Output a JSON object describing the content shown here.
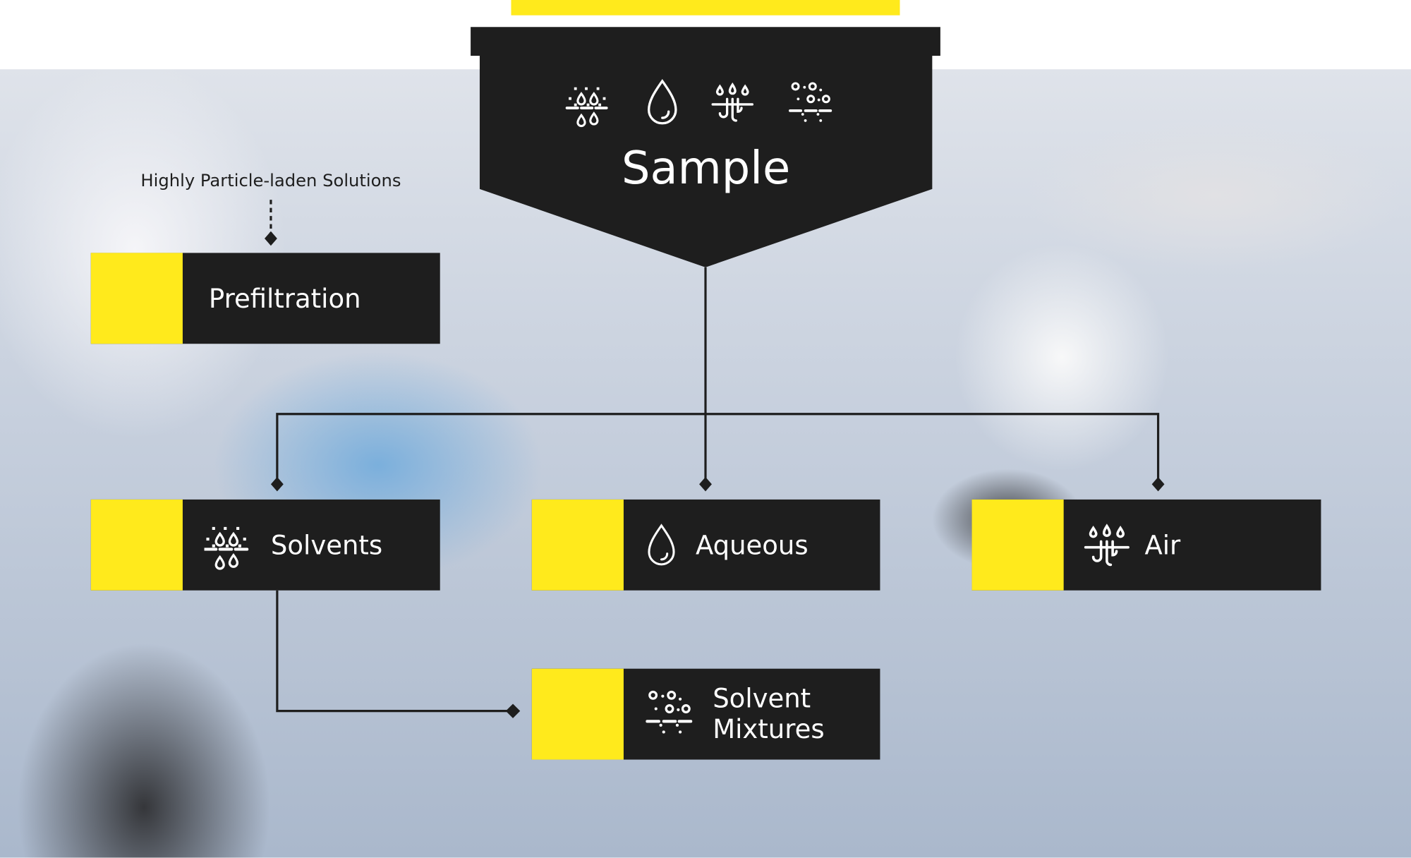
{
  "sample": {
    "title": "Sample",
    "icons": [
      "solvents-icon",
      "aqueous-drop-icon",
      "air-icon",
      "solvent-mixtures-icon"
    ]
  },
  "prefilter_note": "Highly Particle-laden Solutions",
  "boxes": {
    "prefiltration": "Prefiltration",
    "solvents": "Solvents",
    "aqueous": "Aqueous",
    "air": "Air",
    "solvent_mixtures_1": "Solvent",
    "solvent_mixtures_2": "Mixtures"
  },
  "colors": {
    "accent": "#ffea1c",
    "dark": "#1e1e1e"
  }
}
